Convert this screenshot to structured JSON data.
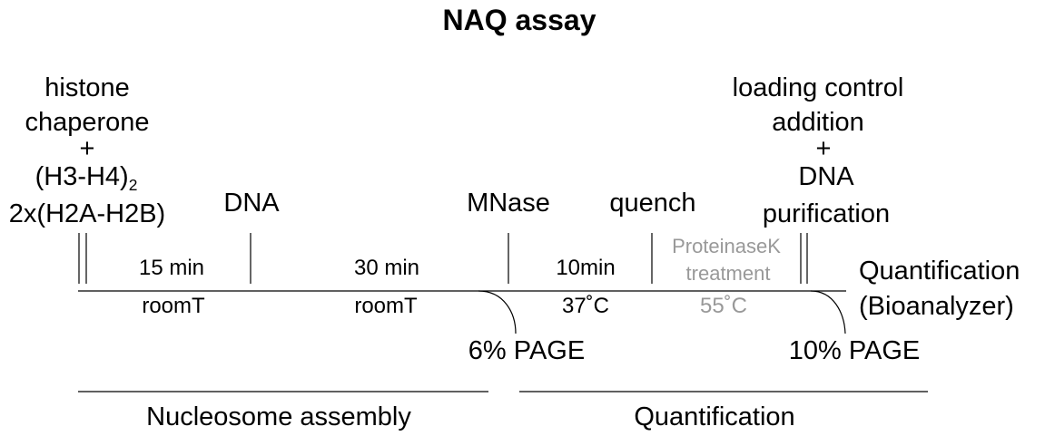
{
  "title": "NAQ assay",
  "steps": {
    "histone_chaperone": {
      "line1": "histone",
      "line2": "chaperone",
      "plus1": "+",
      "h3h4": "(H3-H4)",
      "h3h4_sub": "2",
      "h2a": "2x(H2A-H2B)"
    },
    "dna": "DNA",
    "mnase": "MNase",
    "quench": "quench",
    "loading": {
      "line1": "loading control",
      "line2": "addition",
      "plus": "+",
      "line3": "DNA",
      "line4": "purification"
    },
    "final": {
      "line1": "Quantification",
      "line2": "(Bioanalyzer)"
    }
  },
  "durations": {
    "d1": "15 min",
    "d2": "30 min",
    "d3": "10min",
    "d4_line1": "ProteinaseK",
    "d4_line2": "treatment"
  },
  "temperatures": {
    "t1": "roomT",
    "t2": "roomT",
    "t3": "37˚C",
    "t4": "55˚C"
  },
  "gels": {
    "g1": "6% PAGE",
    "g2": "10% PAGE"
  },
  "phases": {
    "p1": "Nucleosome assembly",
    "p2": "Quantification"
  },
  "colors": {
    "text": "#000000",
    "muted_text": "#999999",
    "line": "#000000"
  }
}
